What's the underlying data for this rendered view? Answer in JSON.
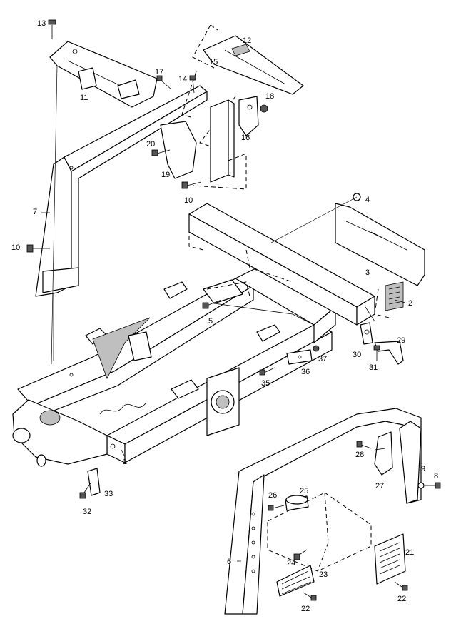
{
  "callouts": {
    "c1": "1",
    "c2": "2",
    "c3": "3",
    "c4": "4",
    "c5": "5",
    "c6": "6",
    "c7": "7",
    "c8": "8",
    "c9": "9",
    "c10a": "10",
    "c10b": "10",
    "c11": "11",
    "c12": "12",
    "c13": "13",
    "c14": "14",
    "c15": "15",
    "c16": "16",
    "c17": "17",
    "c18": "18",
    "c19": "19",
    "c20": "20",
    "c21": "21",
    "c22a": "22",
    "c22b": "22",
    "c23": "23",
    "c24": "24",
    "c25": "25",
    "c26": "26",
    "c27": "27",
    "c28": "28",
    "c29": "29",
    "c30": "30",
    "c31": "31",
    "c32": "32",
    "c33": "33",
    "c35": "35",
    "c36": "36",
    "c37": "37"
  }
}
